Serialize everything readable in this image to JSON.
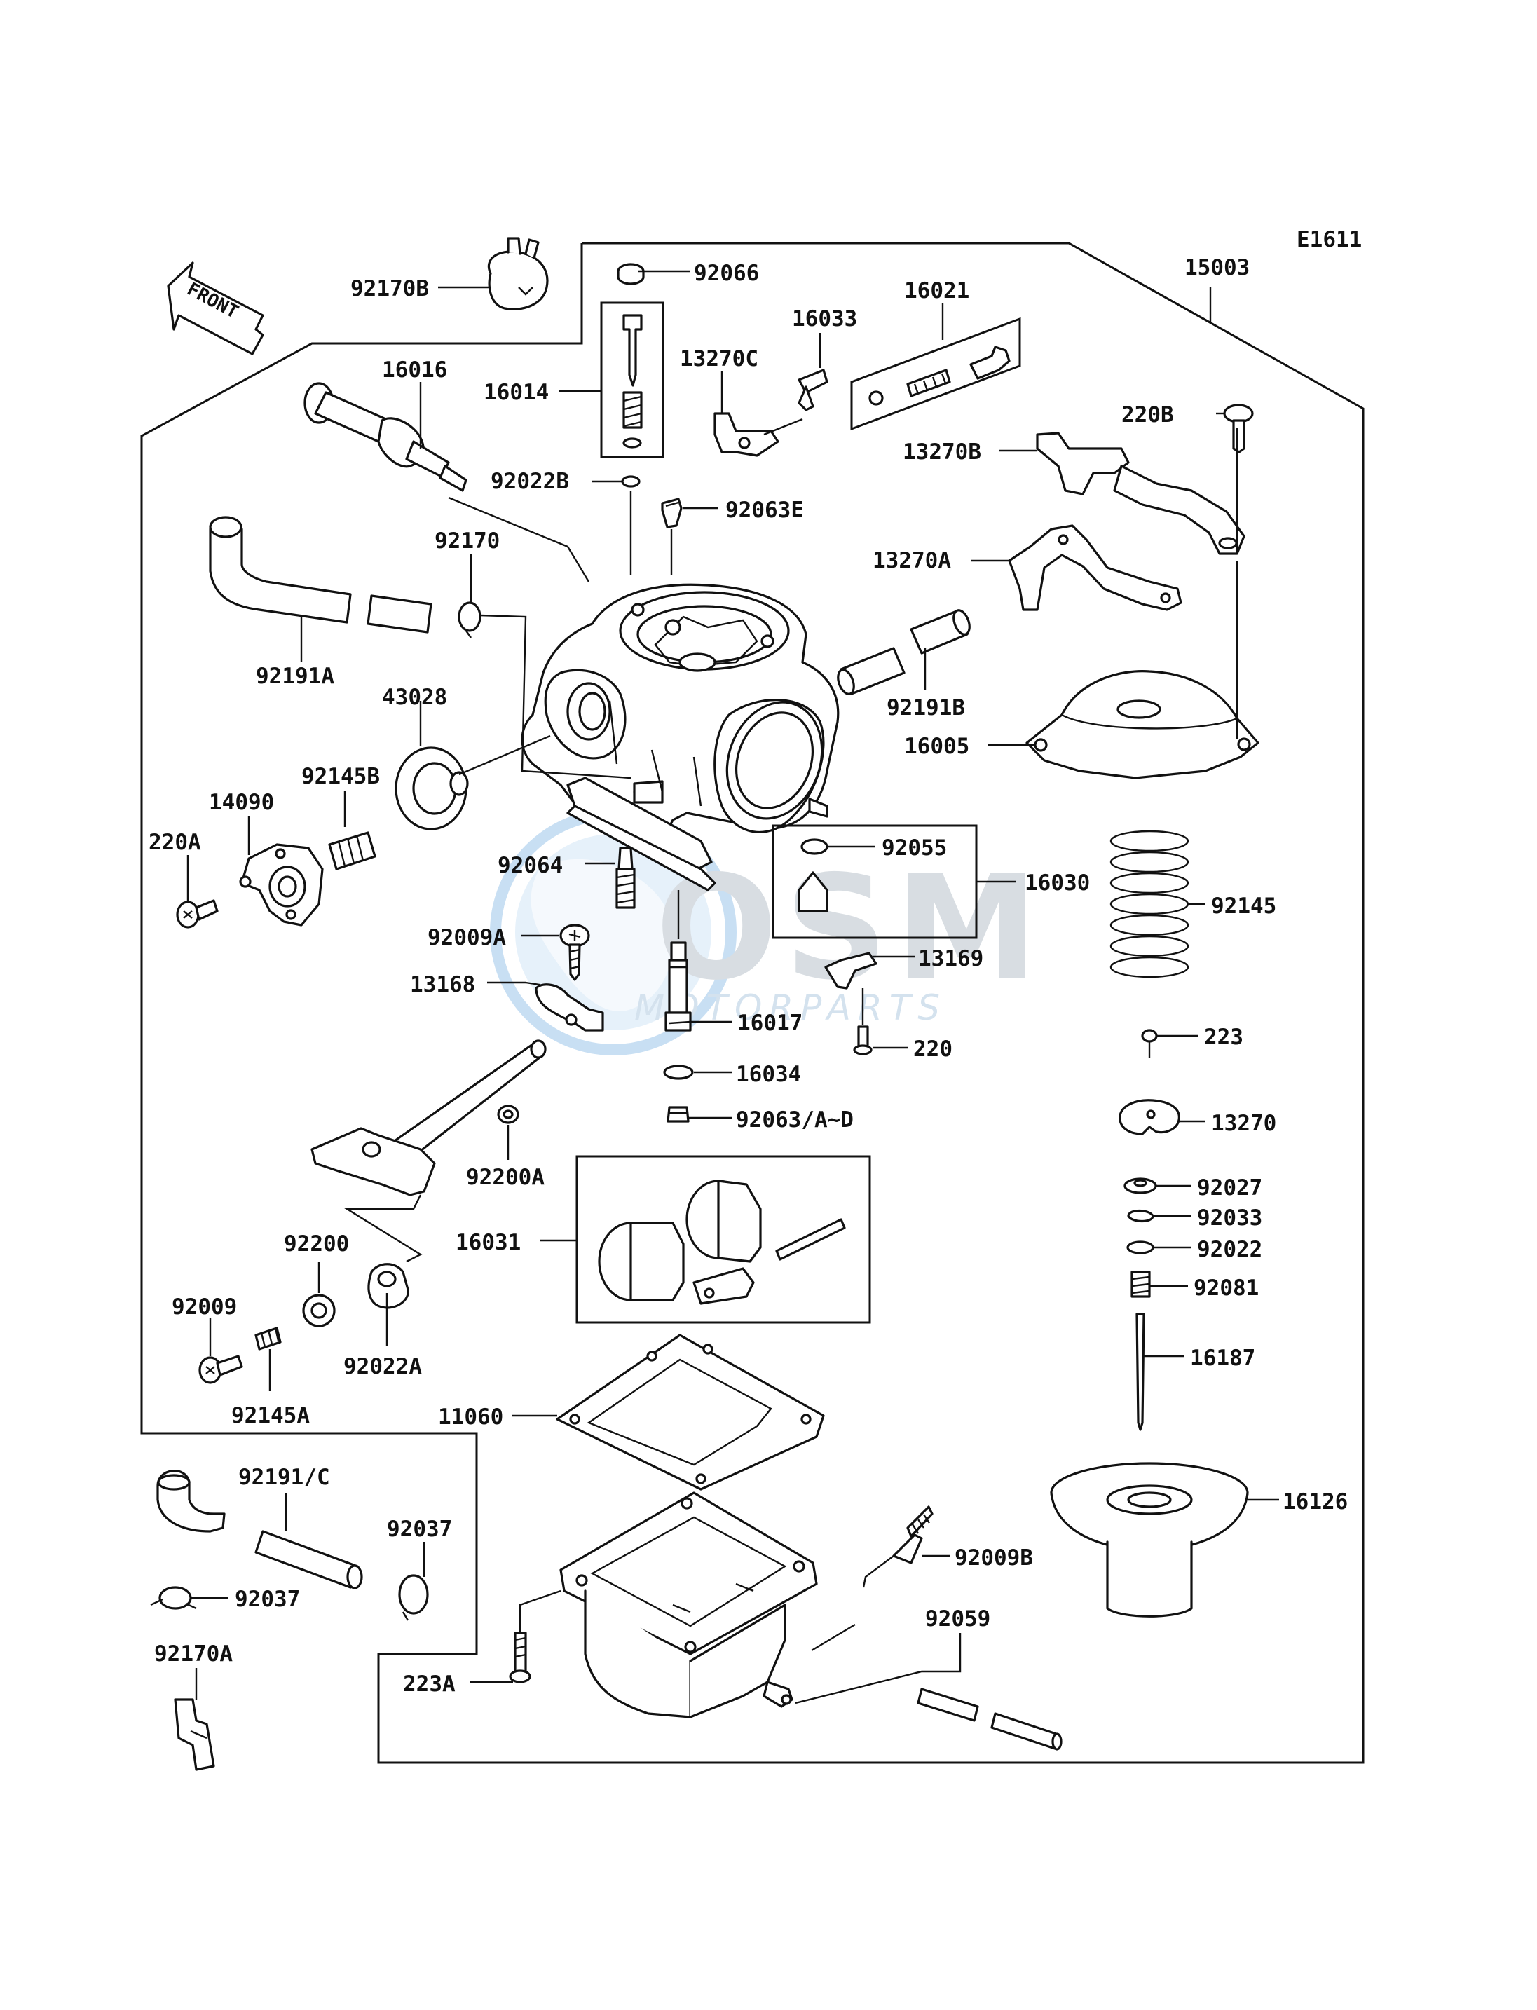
{
  "diagram": {
    "figure_code": "E1611",
    "front_arrow_label": "FRONT",
    "watermark": {
      "brand": "OSM",
      "subtitle": "MOTORPARTS",
      "color": "#5aa0dd"
    },
    "parts": {
      "p15003": "15003",
      "p92066": "92066",
      "p92170B": "92170B",
      "p16021": "16021",
      "p16033": "16033",
      "p13270C": "13270C",
      "p16014": "16014",
      "p16016": "16016",
      "p220B": "220B",
      "p13270B": "13270B",
      "p92022B": "92022B",
      "p92063E": "92063E",
      "p92170": "92170",
      "p13270A": "13270A",
      "p92191A": "92191A",
      "p43028": "43028",
      "p92191B": "92191B",
      "p16005": "16005",
      "p92145B": "92145B",
      "p14090": "14090",
      "p220A": "220A",
      "p92064": "92064",
      "p92055": "92055",
      "p16030": "16030",
      "p92145": "92145",
      "p92009A": "92009A",
      "p13169": "13169",
      "p13168": "13168",
      "p16017": "16017",
      "p220": "220",
      "p16034": "16034",
      "p223": "223",
      "p92063AD": "92063/A~D",
      "p13270": "13270",
      "p92200A": "92200A",
      "p92027": "92027",
      "p92033": "92033",
      "p16031": "16031",
      "p92200": "92200",
      "p92022": "92022",
      "p92081": "92081",
      "p92009": "92009",
      "p92022A": "92022A",
      "p16187": "16187",
      "p92145A": "92145A",
      "p11060": "11060",
      "p92191C": "92191/C",
      "p16126": "16126",
      "p92037a": "92037",
      "p92037b": "92037",
      "p92009B": "92009B",
      "p92059": "92059",
      "p92170A": "92170A",
      "p223A": "223A"
    }
  }
}
